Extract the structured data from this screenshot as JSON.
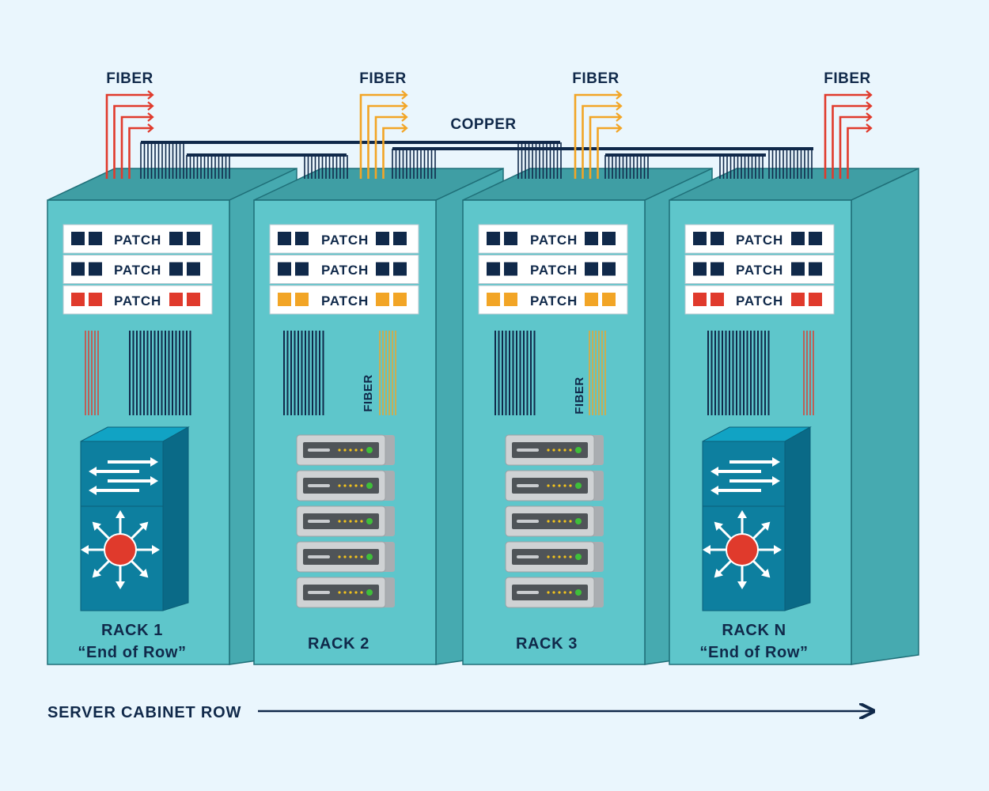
{
  "colors": {
    "background": "#eaf6fd",
    "rack_front": "#5ec6cb",
    "rack_side": "#46aab0",
    "rack_top": "#3f9ea4",
    "rack_outline": "#1f6f78",
    "fiber_red": "#e03a2c",
    "fiber_orange": "#f2a526",
    "copper_navy": "#10294a",
    "switch_front": "#0d7f9f",
    "switch_side": "#0a6a87",
    "server_body": "#cfd2d4",
    "server_bezel": "#4f5458",
    "led_green": "#3fbf3a",
    "led_yellow": "#f3c41c"
  },
  "labels": {
    "copper": "COPPER",
    "row": "SERVER CABINET ROW"
  },
  "racks": [
    {
      "fiber_label": "FIBER",
      "fiber_color": "#e03a2c",
      "patch_panels": [
        {
          "label": "PATCH",
          "port_color": "#10294a"
        },
        {
          "label": "PATCH",
          "port_color": "#10294a"
        },
        {
          "label": "PATCH",
          "port_color": "#e03a2c"
        }
      ],
      "device": "switch",
      "name_line1": "RACK 1",
      "name_line2": "“End of Row”"
    },
    {
      "fiber_label": "FIBER",
      "fiber_color": "#f2a526",
      "patch_panels": [
        {
          "label": "PATCH",
          "port_color": "#10294a"
        },
        {
          "label": "PATCH",
          "port_color": "#10294a"
        },
        {
          "label": "PATCH",
          "port_color": "#f2a526"
        }
      ],
      "device": "servers",
      "vertical_fiber_label": "FIBER",
      "name_line1": "RACK 2",
      "name_line2": ""
    },
    {
      "fiber_label": "FIBER",
      "fiber_color": "#f2a526",
      "patch_panels": [
        {
          "label": "PATCH",
          "port_color": "#10294a"
        },
        {
          "label": "PATCH",
          "port_color": "#10294a"
        },
        {
          "label": "PATCH",
          "port_color": "#f2a526"
        }
      ],
      "device": "servers",
      "vertical_fiber_label": "FIBER",
      "name_line1": "RACK 3",
      "name_line2": ""
    },
    {
      "fiber_label": "FIBER",
      "fiber_color": "#e03a2c",
      "patch_panels": [
        {
          "label": "PATCH",
          "port_color": "#10294a"
        },
        {
          "label": "PATCH",
          "port_color": "#10294a"
        },
        {
          "label": "PATCH",
          "port_color": "#e03a2c"
        }
      ],
      "device": "switch",
      "name_line1": "RACK N",
      "name_line2": "“End of Row”"
    }
  ]
}
